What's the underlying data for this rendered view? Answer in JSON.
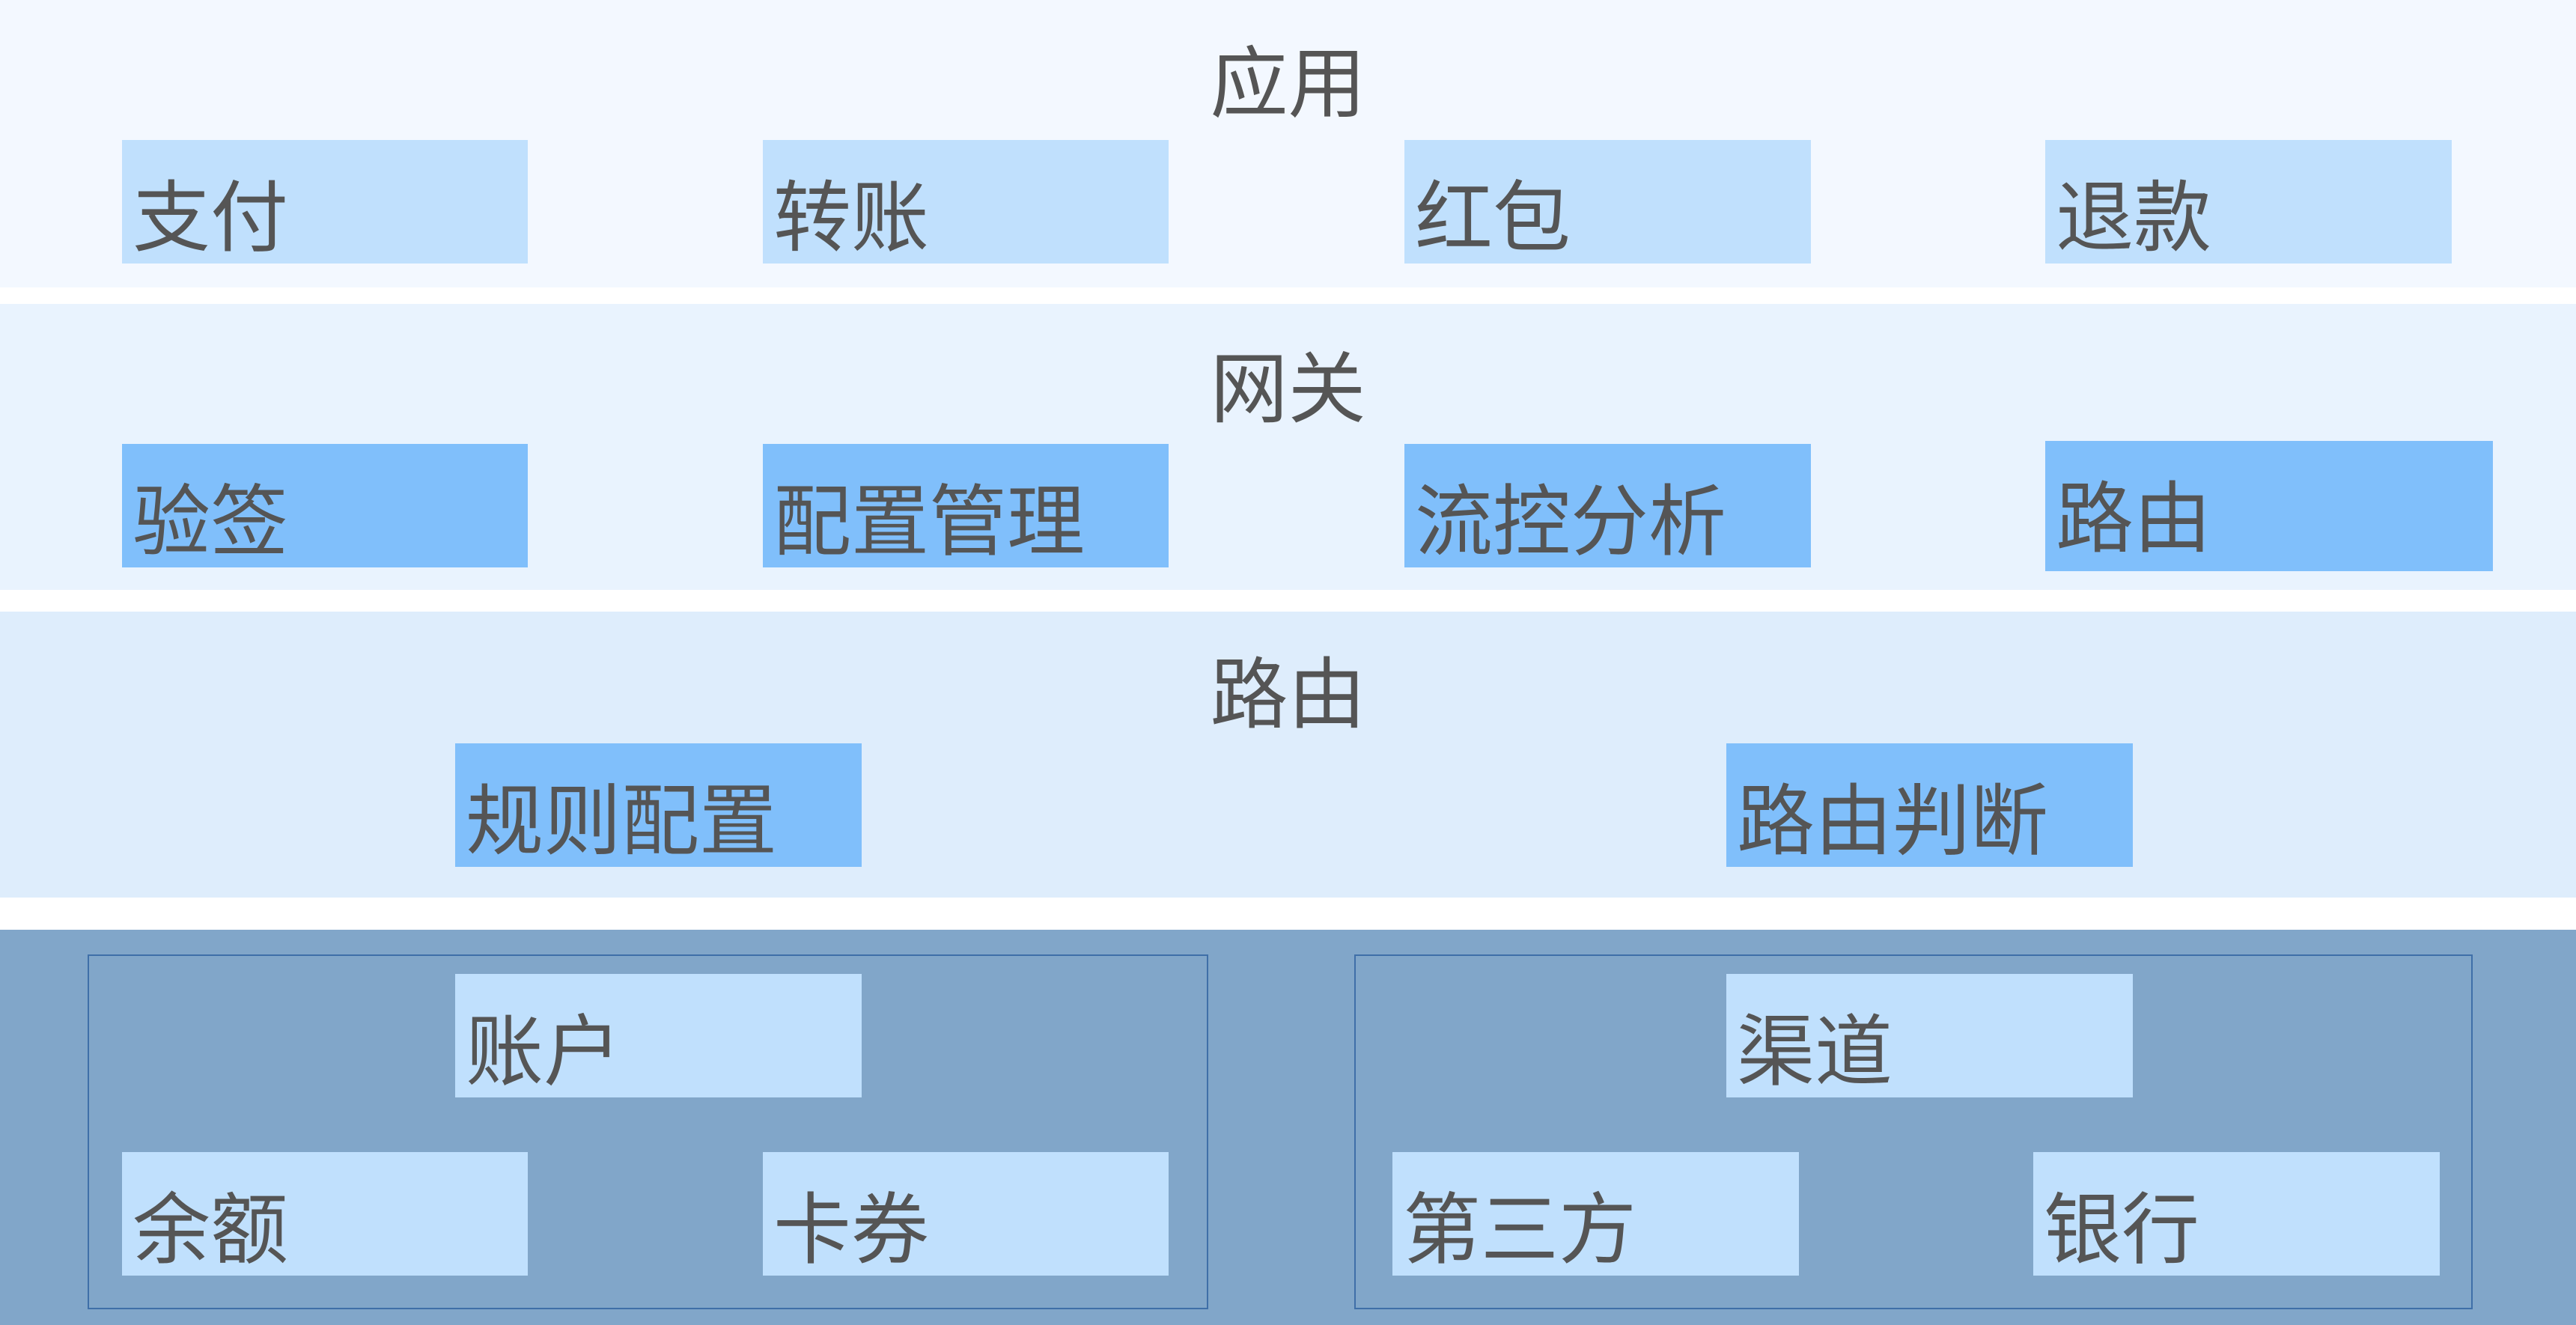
{
  "layers": {
    "app": {
      "title": "应用",
      "items": [
        "支付",
        "转账",
        "红包",
        "退款"
      ]
    },
    "gateway": {
      "title": "网关",
      "items": [
        "验签",
        "配置管理",
        "流控分析",
        "路由"
      ]
    },
    "route": {
      "title": "路由",
      "items": [
        "规则配置",
        "路由判断"
      ]
    },
    "base": {
      "account": {
        "title": "账户",
        "items": [
          "余额",
          "卡券"
        ]
      },
      "channel": {
        "title": "渠道",
        "items": [
          "第三方",
          "银行"
        ]
      }
    }
  },
  "colors": {
    "app_band": "#f3f8ff",
    "gateway_band": "#e9f3fe",
    "route_band": "#deedfc",
    "base_band": "#81a6c9",
    "light_box": "#c0e0fd",
    "mid_box": "#80bffb",
    "text": "#555555",
    "group_border": "#3f6fa8"
  }
}
